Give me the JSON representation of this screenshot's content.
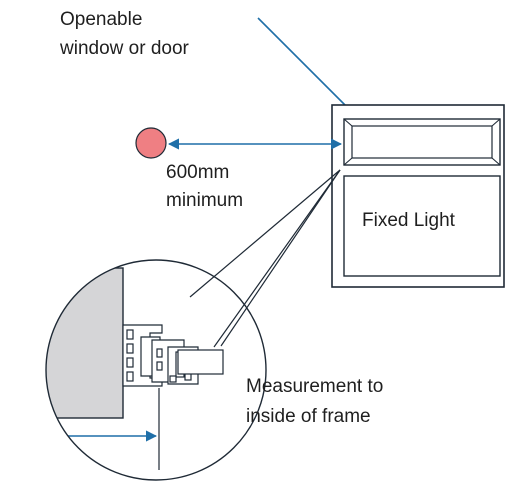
{
  "labels": {
    "openable_line1": "Openable",
    "openable_line2": "window or door",
    "distance_line1": "600mm",
    "distance_line2": "minimum",
    "fixed_light": "Fixed Light",
    "measurement_line1": "Measurement to",
    "measurement_line2": "inside of frame"
  },
  "colors": {
    "accent_line": "#1f6fa8",
    "outline": "#1f2a36",
    "marker": "#ef7f83",
    "wall": "#d5d5d7",
    "background": "#ffffff"
  },
  "icons": {
    "marker": "circle-marker-icon"
  }
}
